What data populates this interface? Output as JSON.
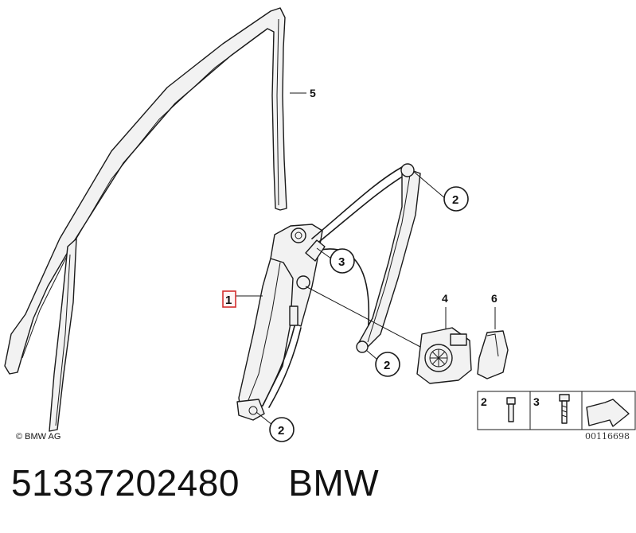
{
  "diagram": {
    "callouts": {
      "main_part": "1",
      "bolt_top": "2",
      "bolt_mid": "2",
      "bolt_bottom": "2",
      "cable_pulley": "3",
      "motor": "4",
      "window_channel": "5",
      "cover": "6"
    },
    "legend": {
      "bolt_a": "2",
      "bolt_b": "3"
    },
    "copyright": "© BMW AG",
    "reference_id": "00116698",
    "highlight_color": "#d32f2f"
  },
  "caption": {
    "part_number": "51337202480",
    "brand": "BMW"
  }
}
